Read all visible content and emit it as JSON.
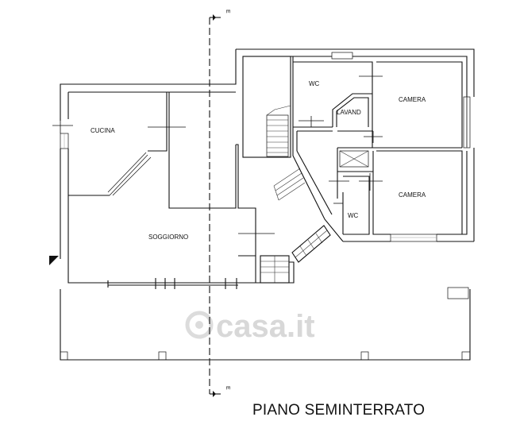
{
  "plan": {
    "title": "PIANO SEMINTERRATO",
    "rooms": {
      "cucina": "CUCINA",
      "soggiorno": "SOGGIORNO",
      "wc_top": "WC",
      "lavand": "LAVAND",
      "camera_top": "CAMERA",
      "camera_bottom": "CAMERA",
      "wc_bottom": "WC"
    },
    "section_mark_top": "E",
    "section_mark_bottom": "E",
    "watermark": "casa.it"
  }
}
